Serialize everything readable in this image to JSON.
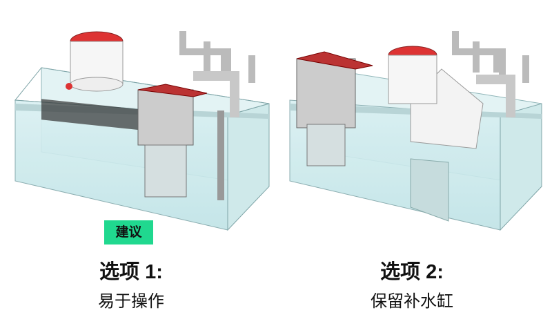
{
  "badge": {
    "label": "建议",
    "color": "#20d88f"
  },
  "options": [
    {
      "title": "选项 1:",
      "subtitle": "易于操作"
    },
    {
      "title": "选项 2:",
      "subtitle": "保留补水缸"
    }
  ]
}
